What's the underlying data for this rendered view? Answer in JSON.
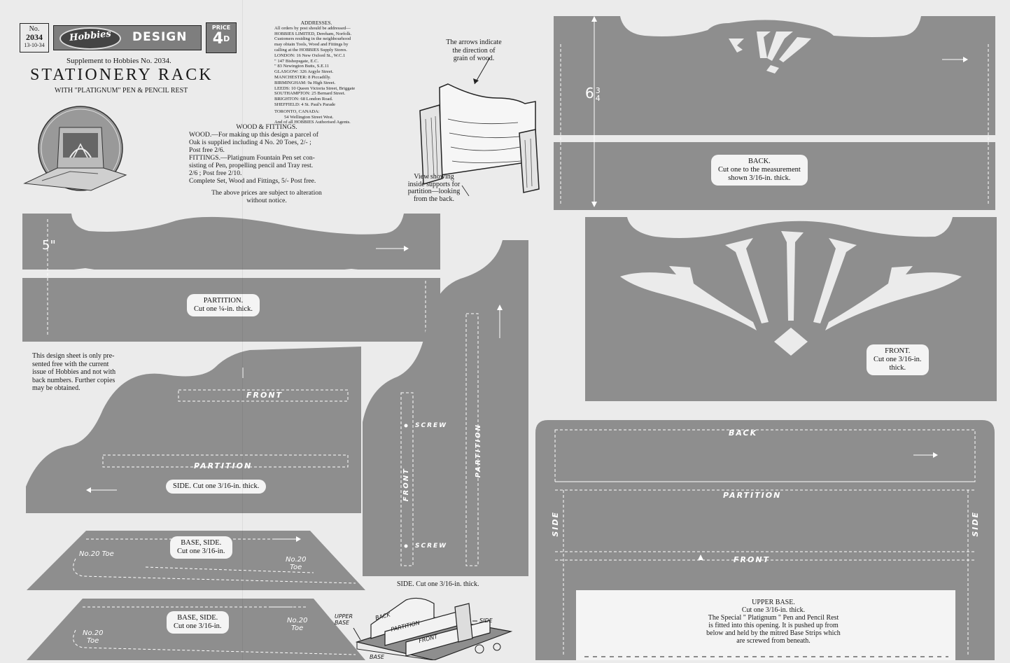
{
  "header": {
    "no_label": "No.",
    "no_value": "2034",
    "date": "13-10-34",
    "brand": "Hobbies",
    "design_word": "DESIGN",
    "price_label": "PRICE",
    "price_value": "4",
    "price_unit": "D",
    "supplement": "Supplement to Hobbies No. 2034.",
    "title": "STATIONERY RACK",
    "subtitle": "WITH \"PLATIGNUM\" PEN & PENCIL REST"
  },
  "addresses": {
    "heading": "ADDRESSES.",
    "lines": [
      "All orders by post should be addressed—",
      "HOBBIES LIMITED, Dereham, Norfolk.",
      "Customers residing in the neighbourhood",
      "may obtain Tools, Wood and Fittings by",
      "calling at the HOBBIES Supply Stores.",
      "LONDON: 16 New Oxford St., W.C.1",
      "\"    147 Bishopsgate, E.C.",
      "\"    83 Newington Butts, S.E.11",
      "GLASGOW: 326 Argyle Street.",
      "MANCHESTER: 8 Piccadilly.",
      "BIRMINGHAM: 9a High Street.",
      "LEEDS: 10 Queen Victoria Street, Briggate",
      "SOUTHAMPTON: 25 Bernard Street.",
      "BRIGHTON: 68 London Road.",
      "SHEFFIELD: 4 St. Paul's Parade",
      "TORONTO, CANADA:",
      "54 Wellington Street West.",
      "And of all HOBBIES Authorised Agents."
    ]
  },
  "wood": {
    "heading": "WOOD & FITTINGS.",
    "lines": [
      "WOOD.—For making up this design a parcel of",
      "Oak is supplied including 4 No. 20 Toes, 2/- ;",
      "Post free 2/6.",
      "FITTINGS.—Platignum Fountain Pen set con-",
      "sisting of Pen, propelling pencil and Tray rest.",
      "2/6 ; Post free 2/10.",
      "Complete Set, Wood and Fittings, 5/- Post free."
    ],
    "note_lines": [
      "The above prices are subject to alteration",
      "without notice."
    ]
  },
  "grain_note": [
    "The arrows indicate",
    "the direction of",
    "grain of wood."
  ],
  "view_note": [
    "View showing",
    "inside supports for",
    "partition—looking",
    "from the back."
  ],
  "free_note": [
    "This design sheet is only pre-",
    "sented free with the current",
    "issue of Hobbies and not with",
    "back numbers. Further copies",
    "may be obtained."
  ],
  "pieces": {
    "partition": {
      "label1": "PARTITION.",
      "label2": "Cut one ¼-in. thick.",
      "dim": "5\""
    },
    "side_left": {
      "label": "SIDE.  Cut one 3/16-in. thick.",
      "front": "FRONT",
      "partition": "PARTITION"
    },
    "side_mid": {
      "label": "SIDE.  Cut one 3/16-in. thick.",
      "front": "FRONT",
      "partition": "PARTITION",
      "screw1": "SCREW",
      "screw2": "SCREW"
    },
    "base_side_1": {
      "label1": "BASE, SIDE.",
      "label2": "Cut one 3/16-in.",
      "toe_a": "No.20 Toe",
      "toe_b1": "No.20",
      "toe_b2": "Toe"
    },
    "base_side_2": {
      "label1": "BASE, SIDE.",
      "label2": "Cut one 3/16-in.",
      "toe_a1": "No.20",
      "toe_a2": "Toe",
      "toe_b1": "No.20",
      "toe_b2": "Toe"
    },
    "back": {
      "label1": "BACK.",
      "label2": "Cut one to the measurement",
      "label3": "shown 3/16-in. thick.",
      "dim_whole": "6",
      "dim_num": "3",
      "dim_den": "4"
    },
    "front": {
      "label1": "FRONT.",
      "label2": "Cut one 3/16-in.",
      "label3": "thick."
    },
    "upper_base": {
      "back": "BACK",
      "partition": "PARTITION",
      "front": "FRONT",
      "side_l": "SIDE",
      "side_r": "SIDE",
      "label1": "UPPER BASE.",
      "label2": "Cut one 3/16-in. thick.",
      "lines": [
        "The Special \" Platignum \" Pen and Pencil Rest",
        "is fitted into this opening.  It is pushed up from",
        "below and held by the mitred Base Strips which",
        "are screwed from beneath."
      ]
    }
  },
  "assembly": {
    "upper_base1": "UPPER",
    "upper_base2": "BASE",
    "back": "BACK",
    "partition": "PARTITION",
    "front": "FRONT",
    "side": "SIDE",
    "base": "BASE"
  },
  "colors": {
    "piece": "#8e8e8e",
    "paper": "#ebebeb",
    "label_bg": "#f4f4f4",
    "ink": "#1a1a1a"
  }
}
